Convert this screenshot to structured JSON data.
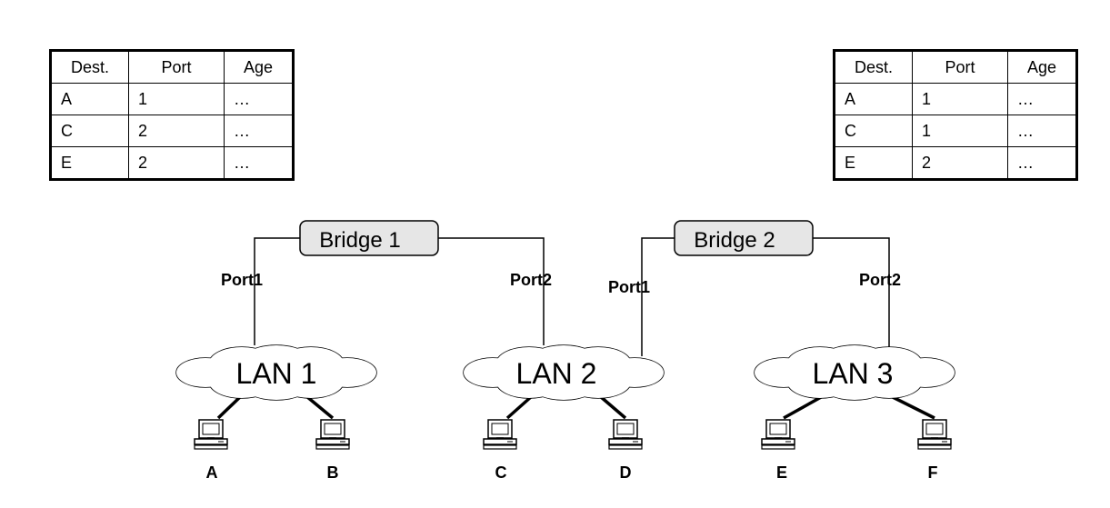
{
  "tables": [
    {
      "headers": [
        "Dest.",
        "Port",
        "Age"
      ],
      "rows": [
        [
          "A",
          "1",
          "…"
        ],
        [
          "C",
          "2",
          "…"
        ],
        [
          "E",
          "2",
          "…"
        ]
      ]
    },
    {
      "headers": [
        "Dest.",
        "Port",
        "Age"
      ],
      "rows": [
        [
          "A",
          "1",
          "…"
        ],
        [
          "C",
          "1",
          "…"
        ],
        [
          "E",
          "2",
          "…"
        ]
      ]
    }
  ],
  "bridges": [
    {
      "label": "Bridge 1",
      "port_left": "Port1",
      "port_right": "Port2"
    },
    {
      "label": "Bridge 2",
      "port_left": "Port1",
      "port_right": "Port2"
    }
  ],
  "lans": [
    "LAN 1",
    "LAN 2",
    "LAN 3"
  ],
  "hosts": [
    "A",
    "B",
    "C",
    "D",
    "E",
    "F"
  ],
  "colors": {
    "bridge_fill": "#e6e6e6",
    "line": "#000000",
    "background": "#ffffff"
  },
  "icons": {
    "host": "desktop-computer-icon",
    "lan": "cloud-icon"
  }
}
